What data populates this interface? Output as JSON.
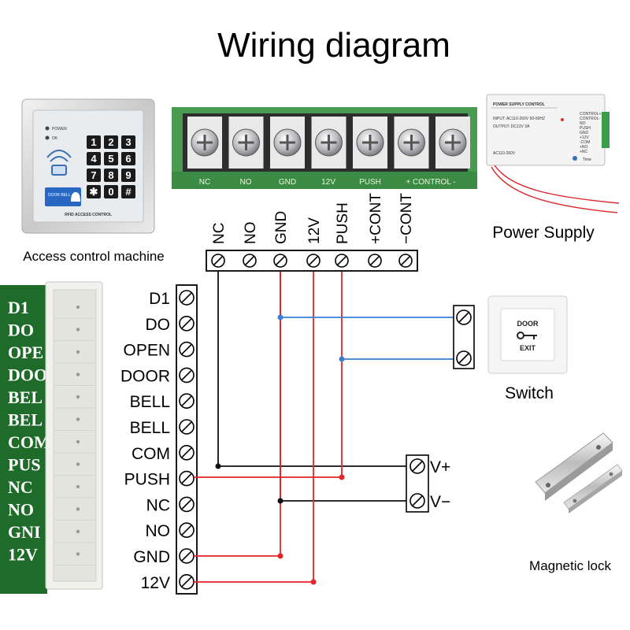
{
  "title": "Wiring diagram",
  "captions": {
    "access_control": "Access control machine",
    "power_supply": "Power Supply",
    "switch": "Switch",
    "magnetic_lock": "Magnetic lock"
  },
  "keypad": {
    "power": "POWER",
    "ok": "OK",
    "door_bell": "DOOR BELL",
    "brand": "RFID ACCESS CONTROL",
    "keys": [
      "1",
      "2",
      "3",
      "4",
      "5",
      "6",
      "7",
      "8",
      "9",
      "✱",
      "0",
      "#"
    ]
  },
  "terminal_strip": {
    "labels": [
      "NC",
      "NO",
      "GND",
      "12V",
      "PUSH",
      "+ CONTROL -"
    ]
  },
  "power_terminals": [
    "NC",
    "NO",
    "GND",
    "12V",
    "PUSH",
    "+CONT",
    "−CONT"
  ],
  "controller_terminals": [
    "D1",
    "DO",
    "OPEN",
    "DOOR",
    "BELL",
    "BELL",
    "COM",
    "PUSH",
    "NC",
    "NO",
    "GND",
    "12V"
  ],
  "pcb_labels": [
    "D1",
    "DO",
    "OPE",
    "DOO",
    "BEL",
    "BEL",
    "COM",
    "PUS",
    "NC",
    "NO",
    "GNI",
    "12V"
  ],
  "power_supply_box": {
    "header": "POWER SUPPLY CONTROL",
    "input": "INPUT: AC110-260V 50-60HZ",
    "output": "OUTPUT: DC12V 3A",
    "range": "AC110-260V",
    "terms": [
      "CONTROL+",
      "CONTROL-",
      "NO",
      "PUSH",
      "GND",
      "+12V",
      "-COM",
      "+NO",
      "+NC"
    ],
    "time": "Time"
  },
  "exit_button": {
    "line1": "DOOR",
    "line2": "EXIT"
  },
  "lock_terminals": [
    "V+",
    "V−"
  ],
  "colors": {
    "red_wire": "#e8232a",
    "blue_wire": "#3a7fd5",
    "black_wire": "#111111",
    "pcb_green": "#1f6b2a",
    "strip_green": "#3c8b45"
  }
}
